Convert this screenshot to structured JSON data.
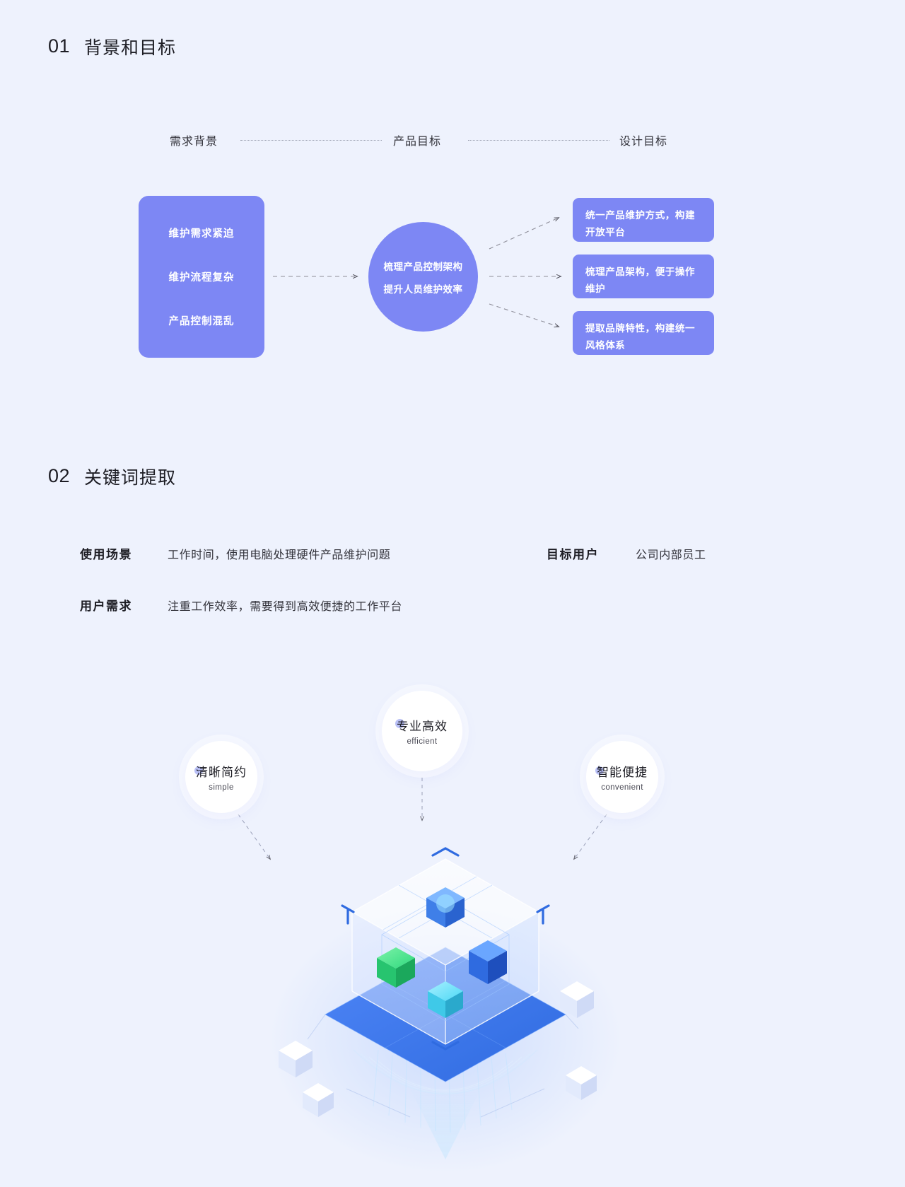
{
  "page": {
    "background_color": "#eef2fd",
    "accent_color": "#7d87f4",
    "highlight_color": "#aeb8f7"
  },
  "sections": [
    {
      "number": "01",
      "title": "背景和目标"
    },
    {
      "number": "02",
      "title": "关键词提取"
    }
  ],
  "flow": {
    "stage_labels": [
      {
        "text": "需求背景"
      },
      {
        "text": "产品目标"
      },
      {
        "text": "设计目标"
      }
    ],
    "background_items": [
      "维护需求紧迫",
      "维护流程复杂",
      "产品控制混乱"
    ],
    "product_goal_lines": [
      "梳理产品控制架构",
      "提升人员维护效率"
    ],
    "design_goals": [
      "统一产品维护方式，构建开放平台",
      "梳理产品架构，便于操作维护",
      "提取品牌特性，构建统一风格体系"
    ]
  },
  "keywords": {
    "rows": [
      {
        "key": "使用场景",
        "value": "工作时间，使用电脑处理硬件产品维护问题"
      },
      {
        "key": "目标用户",
        "value": "公司内部员工"
      },
      {
        "key": "用户需求",
        "value": "注重工作效率，需要得到高效便捷的工作平台"
      }
    ],
    "bubbles": [
      {
        "cn": "专业高效",
        "en": "efficient"
      },
      {
        "cn": "清晰简约",
        "en": "simple"
      },
      {
        "cn": "智能便捷",
        "en": "convenient"
      }
    ]
  },
  "illustration": {
    "name": "isometric-cube-platform-illustration"
  }
}
